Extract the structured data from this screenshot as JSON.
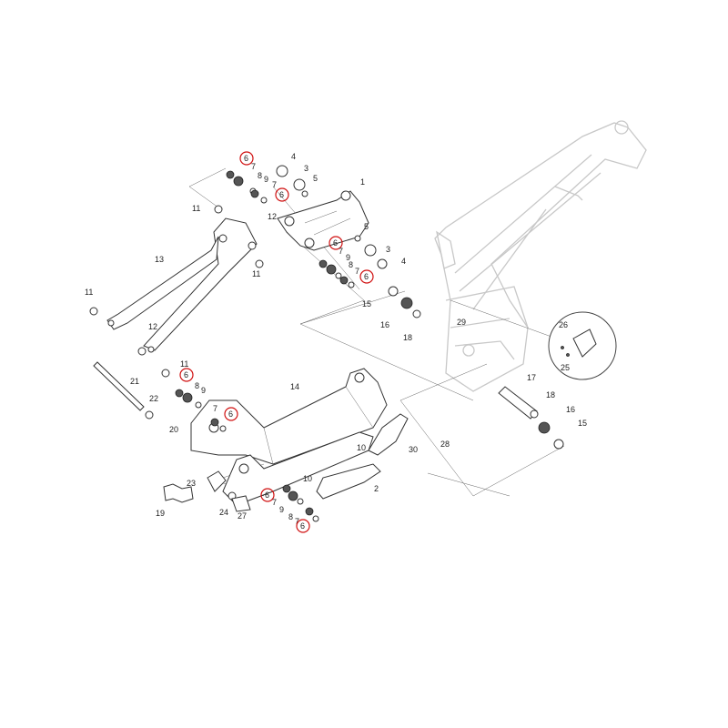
{
  "title": "Exploded parts diagram - e-bike rear suspension",
  "colors": {
    "highlight_ring": "#d01010",
    "frame": "#c8c8c8",
    "line": "#333333"
  },
  "callouts": [
    {
      "n": "6",
      "highlighted": true
    },
    {
      "n": "7"
    },
    {
      "n": "8"
    },
    {
      "n": "9"
    },
    {
      "n": "7"
    },
    {
      "n": "6",
      "highlighted": true
    },
    {
      "n": "4"
    },
    {
      "n": "3"
    },
    {
      "n": "5"
    },
    {
      "n": "1"
    },
    {
      "n": "11"
    },
    {
      "n": "12"
    },
    {
      "n": "5"
    },
    {
      "n": "6",
      "highlighted": true
    },
    {
      "n": "7"
    },
    {
      "n": "3"
    },
    {
      "n": "9"
    },
    {
      "n": "4"
    },
    {
      "n": "8"
    },
    {
      "n": "7"
    },
    {
      "n": "6",
      "highlighted": true
    },
    {
      "n": "11"
    },
    {
      "n": "13"
    },
    {
      "n": "11"
    },
    {
      "n": "12"
    },
    {
      "n": "15"
    },
    {
      "n": "16"
    },
    {
      "n": "18"
    },
    {
      "n": "29"
    },
    {
      "n": "26"
    },
    {
      "n": "25"
    },
    {
      "n": "11"
    },
    {
      "n": "6",
      "highlighted": true
    },
    {
      "n": "8"
    },
    {
      "n": "9"
    },
    {
      "n": "21"
    },
    {
      "n": "22"
    },
    {
      "n": "14"
    },
    {
      "n": "7"
    },
    {
      "n": "6",
      "highlighted": true
    },
    {
      "n": "20"
    },
    {
      "n": "17"
    },
    {
      "n": "18"
    },
    {
      "n": "16"
    },
    {
      "n": "15"
    },
    {
      "n": "28"
    },
    {
      "n": "10"
    },
    {
      "n": "30"
    },
    {
      "n": "10"
    },
    {
      "n": "2"
    },
    {
      "n": "23"
    },
    {
      "n": "19"
    },
    {
      "n": "24"
    },
    {
      "n": "27"
    },
    {
      "n": "6",
      "highlighted": true
    },
    {
      "n": "7"
    },
    {
      "n": "9"
    },
    {
      "n": "8"
    },
    {
      "n": "7"
    },
    {
      "n": "6",
      "highlighted": true
    }
  ]
}
